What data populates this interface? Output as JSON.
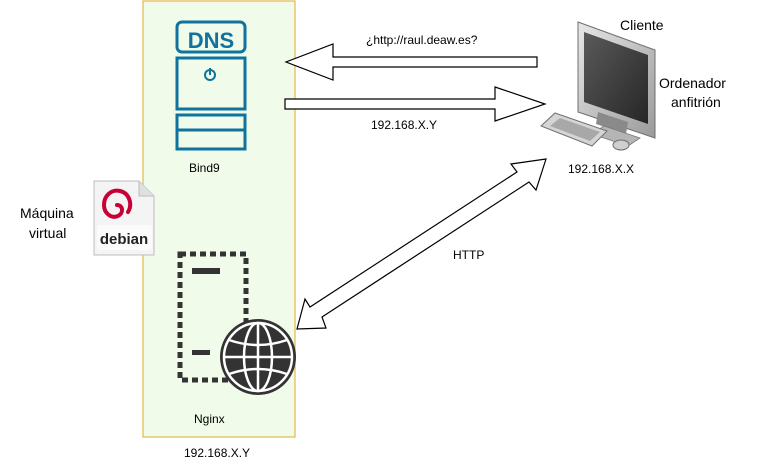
{
  "vm": {
    "label_line1": "Máquina",
    "label_line2": "virtual",
    "ip": "192.168.X.Y",
    "fill_color": "#f0fbe9",
    "border_color": "#e6b84d"
  },
  "dns_server": {
    "badge": "DNS",
    "name": "Bind9",
    "icon_color": "#10739e"
  },
  "web_server": {
    "name": "Nginx",
    "icon_color": "#333333"
  },
  "debian_logo": {
    "text": "debian",
    "swirl_color": "#c70036"
  },
  "client": {
    "title": "Cliente",
    "role_line1": "Ordenador",
    "role_line2": "anfitrión",
    "ip": "192.168.X.X"
  },
  "arrows": {
    "query_label": "¿http://raul.deaw.es?",
    "reply_label": "192.168.X.Y",
    "http_label": "HTTP"
  }
}
